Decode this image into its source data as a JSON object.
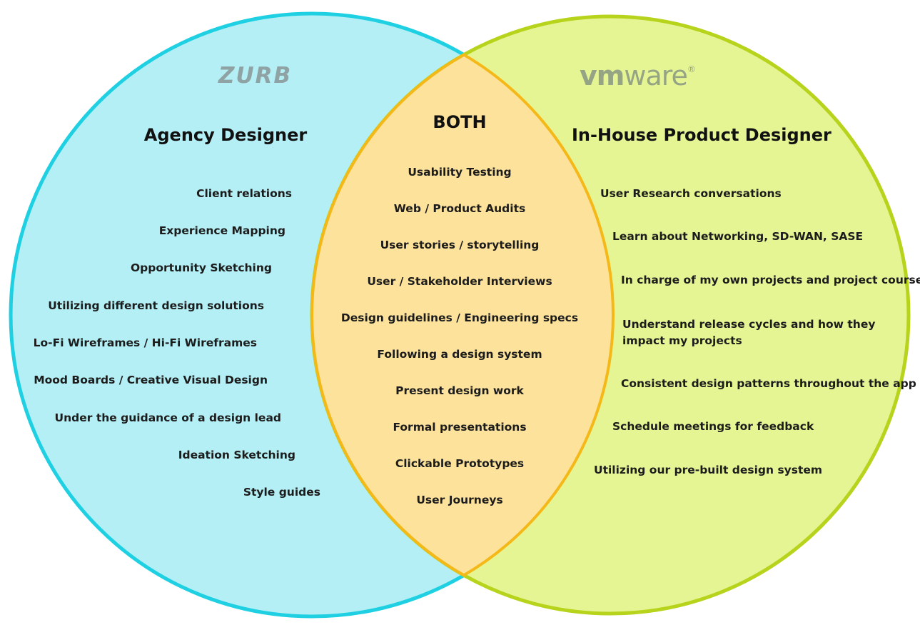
{
  "colors": {
    "left_fill": "#b3eff5",
    "left_stroke": "#1ed0e2",
    "right_fill": "#e6f593",
    "right_stroke": "#b7d31c",
    "overlap_fill": "#fde29b",
    "overlap_stroke": "#f5b819"
  },
  "left": {
    "logo": "ZURB",
    "title": "Agency Designer",
    "items": [
      "Client relations",
      "Experience Mapping",
      "Opportunity Sketching",
      "Utilizing different design solutions",
      "Lo-Fi Wireframes / Hi-Fi Wireframes",
      "Mood Boards / Creative Visual Design",
      "Under the guidance of a design lead",
      "Ideation Sketching",
      "Style guides"
    ]
  },
  "both": {
    "title": "BOTH",
    "items": [
      "Usability Testing",
      "Web / Product Audits",
      "User stories / storytelling",
      "User / Stakeholder Interviews",
      "Design guidelines / Engineering specs",
      "Following a design system",
      "Present design work",
      "Formal presentations",
      "Clickable Prototypes",
      "User Journeys"
    ]
  },
  "right": {
    "logo_vm": "vm",
    "logo_ware": "ware",
    "logo_reg": "®",
    "title": "In-House Product Designer",
    "items": [
      "User Research conversations",
      "Learn about Networking, SD-WAN, SASE",
      "In charge of my own projects and project course",
      "Understand release cycles and how they impact my projects",
      "Consistent design patterns throughout the app",
      "Schedule meetings for feedback",
      "Utilizing our pre-built design system"
    ]
  }
}
